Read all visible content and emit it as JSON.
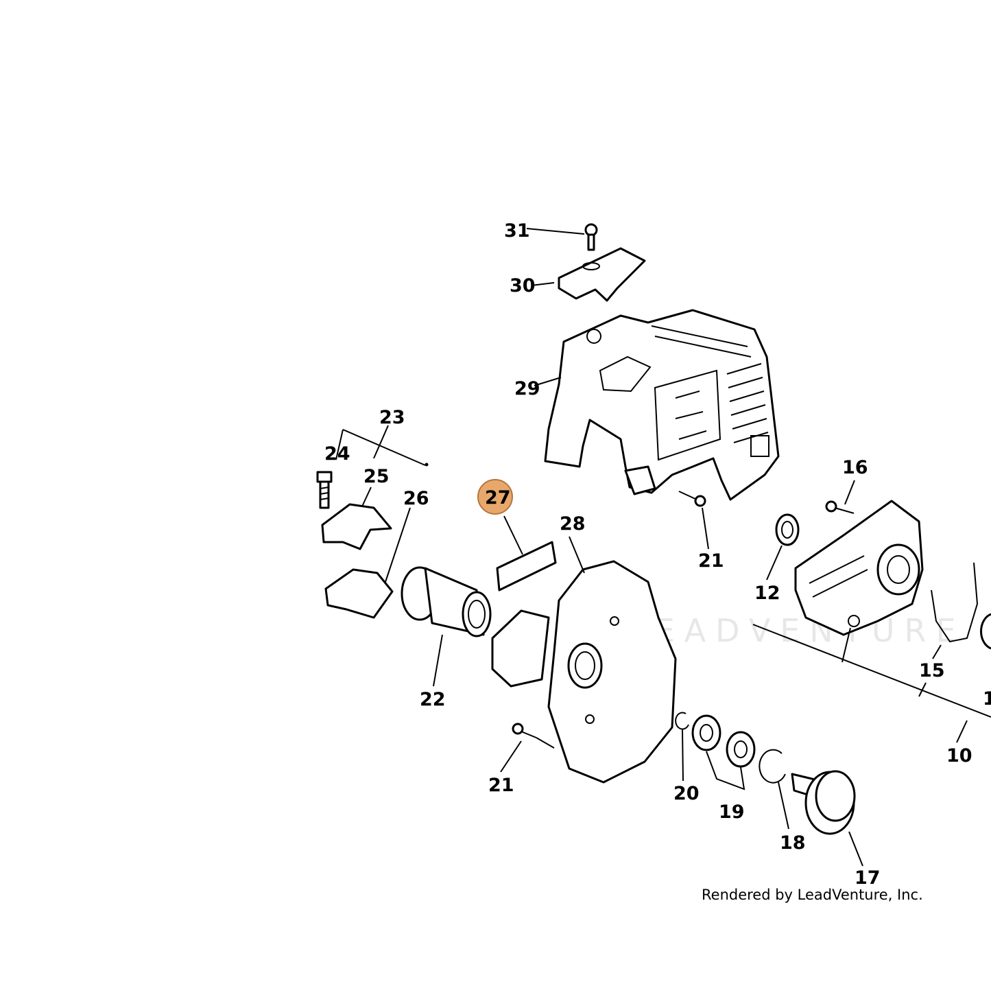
{
  "highlight_color": "#e8a86c",
  "callouts": {
    "c10": "10",
    "c11": "1",
    "c12": "12",
    "c15": "15",
    "c16": "16",
    "c17": "17",
    "c18": "18",
    "c19": "19",
    "c20": "20",
    "c21a": "21",
    "c21b": "21",
    "c22": "22",
    "c23": "23",
    "c24": "24",
    "c25": "25",
    "c26": "26",
    "c27": "27",
    "c28": "28",
    "c29": "29",
    "c30": "30",
    "c31": "31"
  },
  "watermark": "LEADVENTURE",
  "credit": "Rendered by LeadVenture, Inc."
}
